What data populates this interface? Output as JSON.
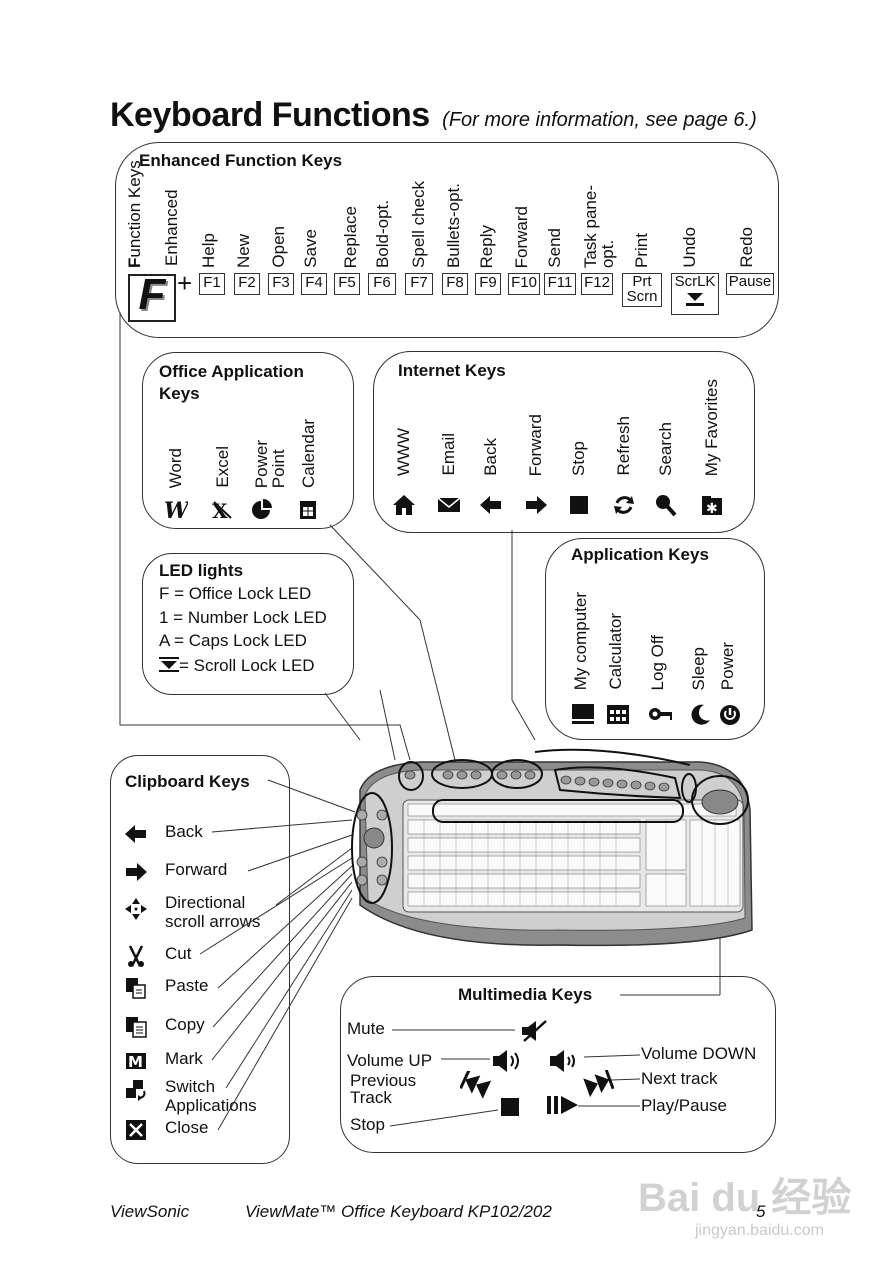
{
  "header": {
    "title": "Keyboard Functions",
    "subtitle": "(For more information, see page 6.)"
  },
  "enhanced": {
    "title": "Enhanced Function Keys",
    "fn_label_f": "F",
    "fn_label_rest": "unction Keys",
    "enhanced_label": "Enhanced",
    "f_key": "F",
    "plus": "+",
    "items": [
      {
        "label": "Help",
        "key": "F1"
      },
      {
        "label": "New",
        "key": "F2"
      },
      {
        "label": "Open",
        "key": "F3"
      },
      {
        "label": "Save",
        "key": "F4"
      },
      {
        "label": "Replace",
        "key": "F5"
      },
      {
        "label": "Bold-opt.",
        "key": "F6"
      },
      {
        "label": "Spell check",
        "key": "F7"
      },
      {
        "label": "Bullets-opt.",
        "key": "F8"
      },
      {
        "label": "Reply",
        "key": "F9"
      },
      {
        "label": "Forward",
        "key": "F10"
      },
      {
        "label": "Send",
        "key": "F11"
      },
      {
        "label": "Task pane-\nopt.",
        "key": "F12"
      },
      {
        "label": "Print",
        "key": "Prt\nScrn"
      },
      {
        "label": "Undo",
        "key": "ScrLK"
      },
      {
        "label": "Redo",
        "key": "Pause"
      }
    ]
  },
  "office": {
    "title": "Office Application Keys",
    "items": [
      {
        "label": "Word",
        "icon": "word-icon"
      },
      {
        "label": "Excel",
        "icon": "excel-icon"
      },
      {
        "label": "Power\nPoint",
        "icon": "powerpoint-icon"
      },
      {
        "label": "Calendar",
        "icon": "calendar-icon"
      }
    ]
  },
  "internet": {
    "title": "Internet Keys",
    "items": [
      {
        "label": "WWW",
        "icon": "home-icon"
      },
      {
        "label": "Email",
        "icon": "envelope-icon"
      },
      {
        "label": "Back",
        "icon": "arrow-left-icon"
      },
      {
        "label": "Forward",
        "icon": "arrow-right-icon"
      },
      {
        "label": "Stop",
        "icon": "stop-icon"
      },
      {
        "label": "Refresh",
        "icon": "refresh-icon"
      },
      {
        "label": "Search",
        "icon": "search-icon"
      },
      {
        "label": "My Favorites",
        "icon": "favorites-icon"
      }
    ]
  },
  "led": {
    "title": "LED lights",
    "items": [
      "F = Office Lock LED",
      "1 = Number Lock LED",
      "A = Caps Lock LED",
      "= Scroll Lock LED"
    ]
  },
  "application": {
    "title": "Application Keys",
    "items": [
      {
        "label": "My computer",
        "icon": "computer-icon"
      },
      {
        "label": "Calculator",
        "icon": "calculator-icon"
      },
      {
        "label": "Log Off",
        "icon": "key-icon"
      },
      {
        "label": "Sleep",
        "icon": "moon-icon"
      },
      {
        "label": "Power",
        "icon": "power-icon"
      }
    ]
  },
  "clipboard": {
    "title": "Clipboard Keys",
    "items": [
      {
        "label": "Back",
        "icon": "arrow-left-icon"
      },
      {
        "label": "Forward",
        "icon": "arrow-right-icon"
      },
      {
        "label": "Directional\nscroll arrows",
        "icon": "scroll-arrows-icon"
      },
      {
        "label": "Cut",
        "icon": "scissors-icon"
      },
      {
        "label": "Paste",
        "icon": "paste-icon"
      },
      {
        "label": "Copy",
        "icon": "copy-icon"
      },
      {
        "label": "Mark",
        "icon": "mark-icon"
      },
      {
        "label": "Switch\nApplications",
        "icon": "switch-icon"
      },
      {
        "label": "Close",
        "icon": "close-icon"
      }
    ]
  },
  "multimedia": {
    "title": "Multimedia Keys",
    "mute": "Mute",
    "volume_up": "Volume UP",
    "volume_down": "Volume DOWN",
    "previous": "Previous\nTrack",
    "next": "Next track",
    "stop": "Stop",
    "play": "Play/Pause"
  },
  "footer": {
    "brand": "ViewSonic",
    "model": "ViewMate™ Office Keyboard KP102/202",
    "page": "5"
  },
  "watermark": {
    "logo": "Bai du 经验",
    "url": "jingyan.baidu.com"
  }
}
